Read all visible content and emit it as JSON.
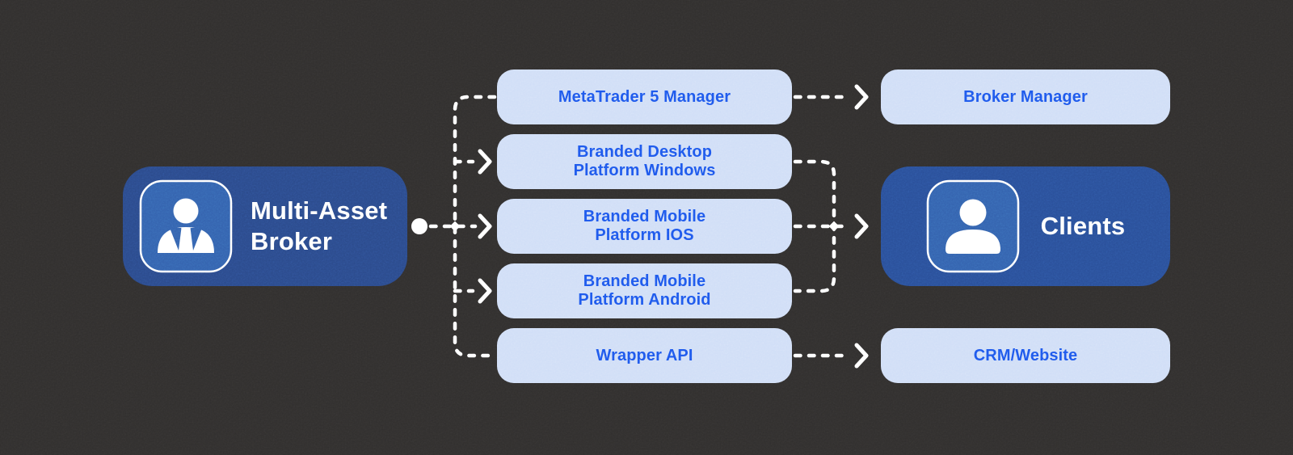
{
  "diagram": {
    "source": {
      "label": "Multi-Asset\nBroker",
      "icon": "broker-person-icon"
    },
    "middle": [
      {
        "label": "MetaTrader 5 Manager"
      },
      {
        "label": "Branded Desktop\nPlatform Windows"
      },
      {
        "label": "Branded Mobile\nPlatform IOS"
      },
      {
        "label": "Branded Mobile\nPlatform Android"
      },
      {
        "label": "Wrapper API"
      }
    ],
    "right": [
      {
        "label": "Broker Manager"
      },
      {
        "label": "Clients",
        "icon": "clients-person-icon"
      },
      {
        "label": "CRM/Website"
      }
    ],
    "colors": {
      "background": "#312f2e",
      "dark_node_fill": "#2b4a8b",
      "clients_node_fill": "#2a4f99",
      "icon_tile_fill": "#3462ae",
      "light_node_fill": "#d0def7",
      "light_node_text": "#1e56ec",
      "connector": "#ffffff",
      "dark_node_text": "#ffffff"
    }
  }
}
